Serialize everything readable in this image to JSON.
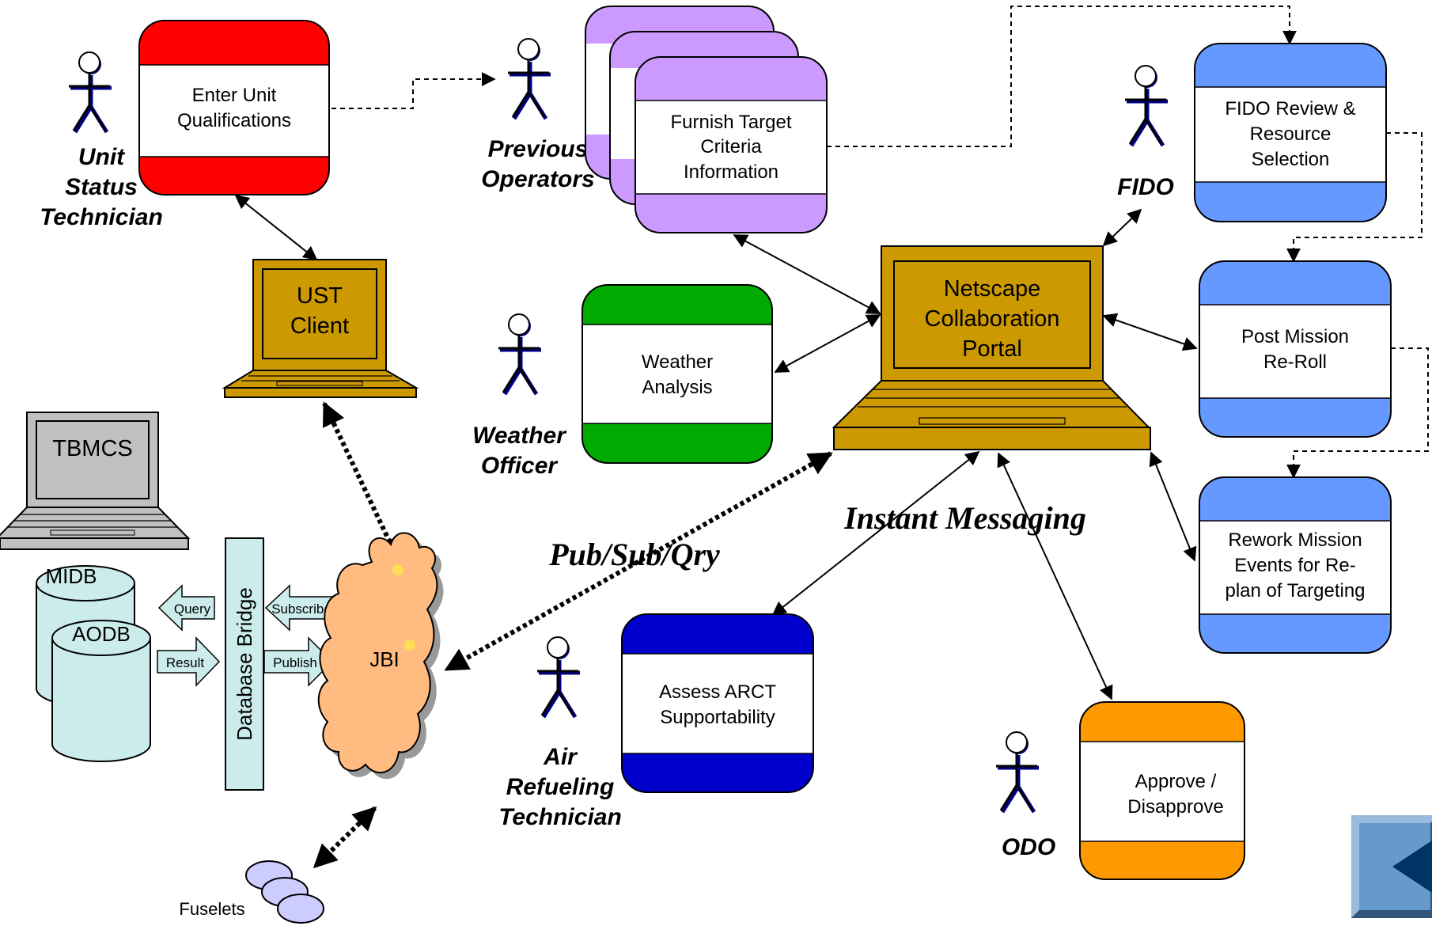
{
  "actors": {
    "unit_status_technician": [
      "Unit",
      "Status",
      "Technician"
    ],
    "previous_operators": [
      "Previous",
      "Operators"
    ],
    "fido": [
      "FIDO"
    ],
    "weather_officer": [
      "Weather",
      "Officer"
    ],
    "air_refueling_technician": [
      "Air",
      "Refueling",
      "Technician"
    ],
    "odo": [
      "ODO"
    ]
  },
  "activities": {
    "enter_unit_qualifications": [
      "Enter Unit",
      "Qualifications"
    ],
    "furnish_target_criteria": [
      "Furnish Target",
      "Criteria",
      "Information"
    ],
    "fido_review": [
      "FIDO Review &",
      "Resource",
      "Selection"
    ],
    "post_mission_reroll": [
      "Post Mission",
      "Re-Roll"
    ],
    "rework_mission_events": [
      "Rework Mission",
      "Events for Re-",
      "plan of Targeting"
    ],
    "weather_analysis": [
      "Weather",
      "Analysis"
    ],
    "assess_arct": [
      "Assess ARCT",
      "Supportability"
    ],
    "approve_disapprove": [
      "Approve /",
      "Disapprove"
    ]
  },
  "computers": {
    "ust_client": [
      "UST",
      "Client"
    ],
    "netscape_portal": [
      "Netscape",
      "Collaboration",
      "Portal"
    ],
    "tbmcs": [
      "TBMCS"
    ]
  },
  "data_stores": {
    "midb": "MIDB",
    "aodb": "AODB",
    "database_bridge": "Database Bridge",
    "jbi": "JBI",
    "fuselets": "Fuselets"
  },
  "bridge_arrows": {
    "query": "Query",
    "result": "Result",
    "subscribe": "Subscribe",
    "publish": "Publish"
  },
  "connection_labels": {
    "pub_sub_qry": "Pub/Sub/Qry",
    "instant_messaging": "Instant Messaging"
  },
  "colors": {
    "red_band": "#ff0000",
    "purple_card": "#cc99ff",
    "blue_card": "#6699ff",
    "green_band": "#00aa00",
    "navy_band": "#0000cc",
    "orange_card": "#ff9900",
    "laptop": "#cc9900",
    "cylinder": "#ccecec",
    "cloud": "#ffbb80",
    "back_button": "#6699cc"
  },
  "icons": [
    "actor-icon",
    "laptop-icon",
    "cylinder-icon",
    "cloud-icon",
    "back-arrow-icon"
  ]
}
